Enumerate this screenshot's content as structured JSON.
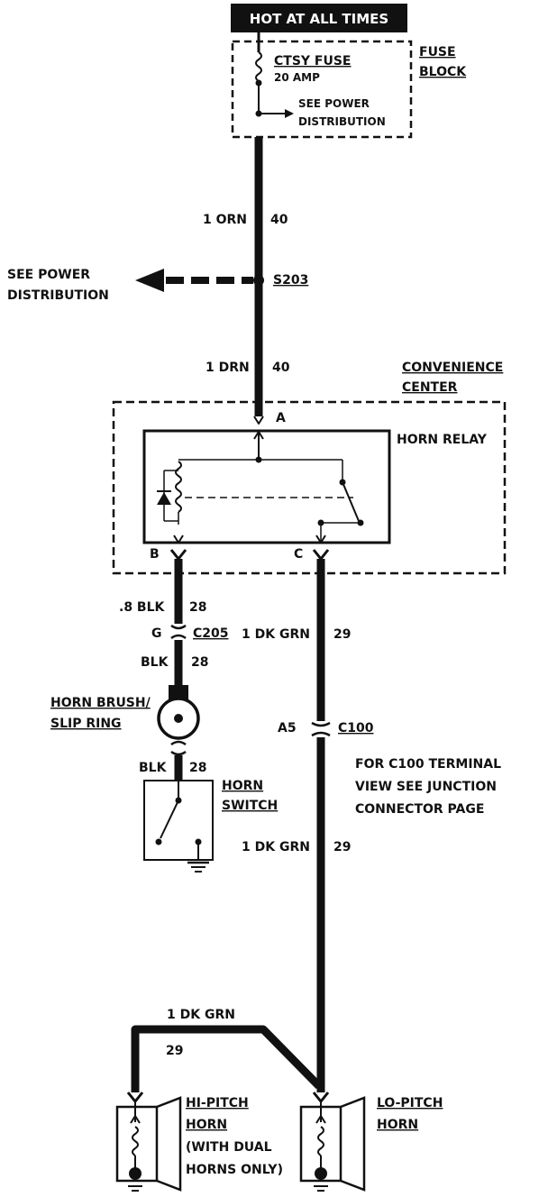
{
  "header": {
    "hot_at_all_times": "HOT AT ALL TIMES"
  },
  "fuse_block": {
    "fuse_name": "CTSY FUSE",
    "fuse_rating": "20 AMP",
    "see_power_line1": "SEE POWER",
    "see_power_line2": "DISTRIBUTION",
    "block_label_line1": "FUSE",
    "block_label_line2": "BLOCK"
  },
  "wires": {
    "top_wire_label": "1 ORN",
    "top_wire_circuit": "40",
    "mid_wire_label": "1 DRN",
    "mid_wire_circuit": "40",
    "blk_wire_label": ".8 BLK",
    "blk_wire_circuit": "28",
    "blk2_wire_label": "BLK",
    "blk2_wire_circuit": "28",
    "blk3_wire_label": "BLK",
    "blk3_wire_circuit": "28",
    "grn_wire_label_1": "1 DK GRN",
    "grn_wire_circuit_1": "29",
    "grn_wire_label_2": "1 DK GRN",
    "grn_wire_circuit_2": "29",
    "grn_wire_label_3": "1 DK GRN",
    "grn_wire_circuit_3": "29"
  },
  "splice": {
    "id": "S203",
    "see_power_line1": "SEE POWER",
    "see_power_line2": "DISTRIBUTION"
  },
  "convenience_center": {
    "label_line1": "CONVENIENCE",
    "label_line2": "CENTER",
    "relay_label": "HORN RELAY",
    "pin_a": "A",
    "pin_b": "B",
    "pin_c": "C"
  },
  "connectors": {
    "c205_pin": "G",
    "c205_id": "C205",
    "c100_pin": "A5",
    "c100_id": "C100"
  },
  "horn_brush": {
    "line1": "HORN BRUSH/",
    "line2": "SLIP RING"
  },
  "horn_switch": {
    "line1": "HORN",
    "line2": "SWITCH"
  },
  "c100_note": {
    "line1": "FOR C100 TERMINAL",
    "line2": "VIEW SEE JUNCTION",
    "line3": "CONNECTOR PAGE"
  },
  "hi_pitch_horn": {
    "line1": "HI-PITCH",
    "line2": "HORN",
    "line3": "(WITH DUAL",
    "line4": "HORNS ONLY)"
  },
  "lo_pitch_horn": {
    "line1": "LO-PITCH",
    "line2": "HORN"
  }
}
